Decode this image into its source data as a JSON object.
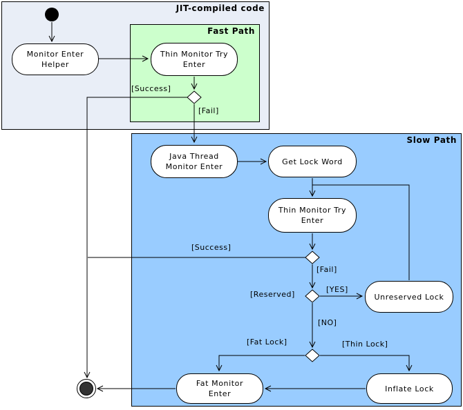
{
  "diagram": {
    "type": "uml-activity-diagram",
    "regions": {
      "jit": {
        "title": "JIT-compiled code"
      },
      "fast": {
        "title": "Fast Path"
      },
      "slow": {
        "title": "Slow Path"
      }
    },
    "nodes": {
      "monitor_enter_helper": {
        "label": "Monitor Enter Helper",
        "line1": "Monitor Enter",
        "line2": "Helper"
      },
      "thin_monitor_try_enter_fast": {
        "label": "Thin Monitor Try Enter",
        "line1": "Thin Monitor Try",
        "line2": "Enter"
      },
      "java_thread_monitor_enter": {
        "label": "Java Thread Monitor Enter",
        "line1": "Java Thread",
        "line2": "Monitor Enter"
      },
      "get_lock_word": {
        "label": "Get Lock Word",
        "line1": "Get Lock Word",
        "line2": ""
      },
      "thin_monitor_try_enter_slow": {
        "label": "Thin Monitor Try Enter",
        "line1": "Thin Monitor Try",
        "line2": "Enter"
      },
      "unreserved_lock": {
        "label": "Unreserved Lock",
        "line1": "Unreserved Lock",
        "line2": ""
      },
      "fat_monitor_enter": {
        "label": "Fat Monitor Enter",
        "line1": "Fat Monitor",
        "line2": "Enter"
      },
      "inflate_lock": {
        "label": "Inflate Lock",
        "line1": "Inflate Lock",
        "line2": ""
      }
    },
    "edge_labels": {
      "success_fast": "[Success]",
      "fail_fast": "[Fail]",
      "success_slow": "[Success]",
      "fail_slow": "[Fail]",
      "reserved": "[Reserved]",
      "yes": "[YES]",
      "no": "[NO]",
      "fat_lock": "[Fat Lock]",
      "thin_lock": "[Thin Lock]"
    },
    "colors": {
      "jit_fill": "#e9eef7",
      "fast_fill": "#ccffcc",
      "slow_fill": "#99ccff",
      "node_fill": "#ffffff",
      "line": "#000000",
      "final_inner": "#333333"
    }
  }
}
